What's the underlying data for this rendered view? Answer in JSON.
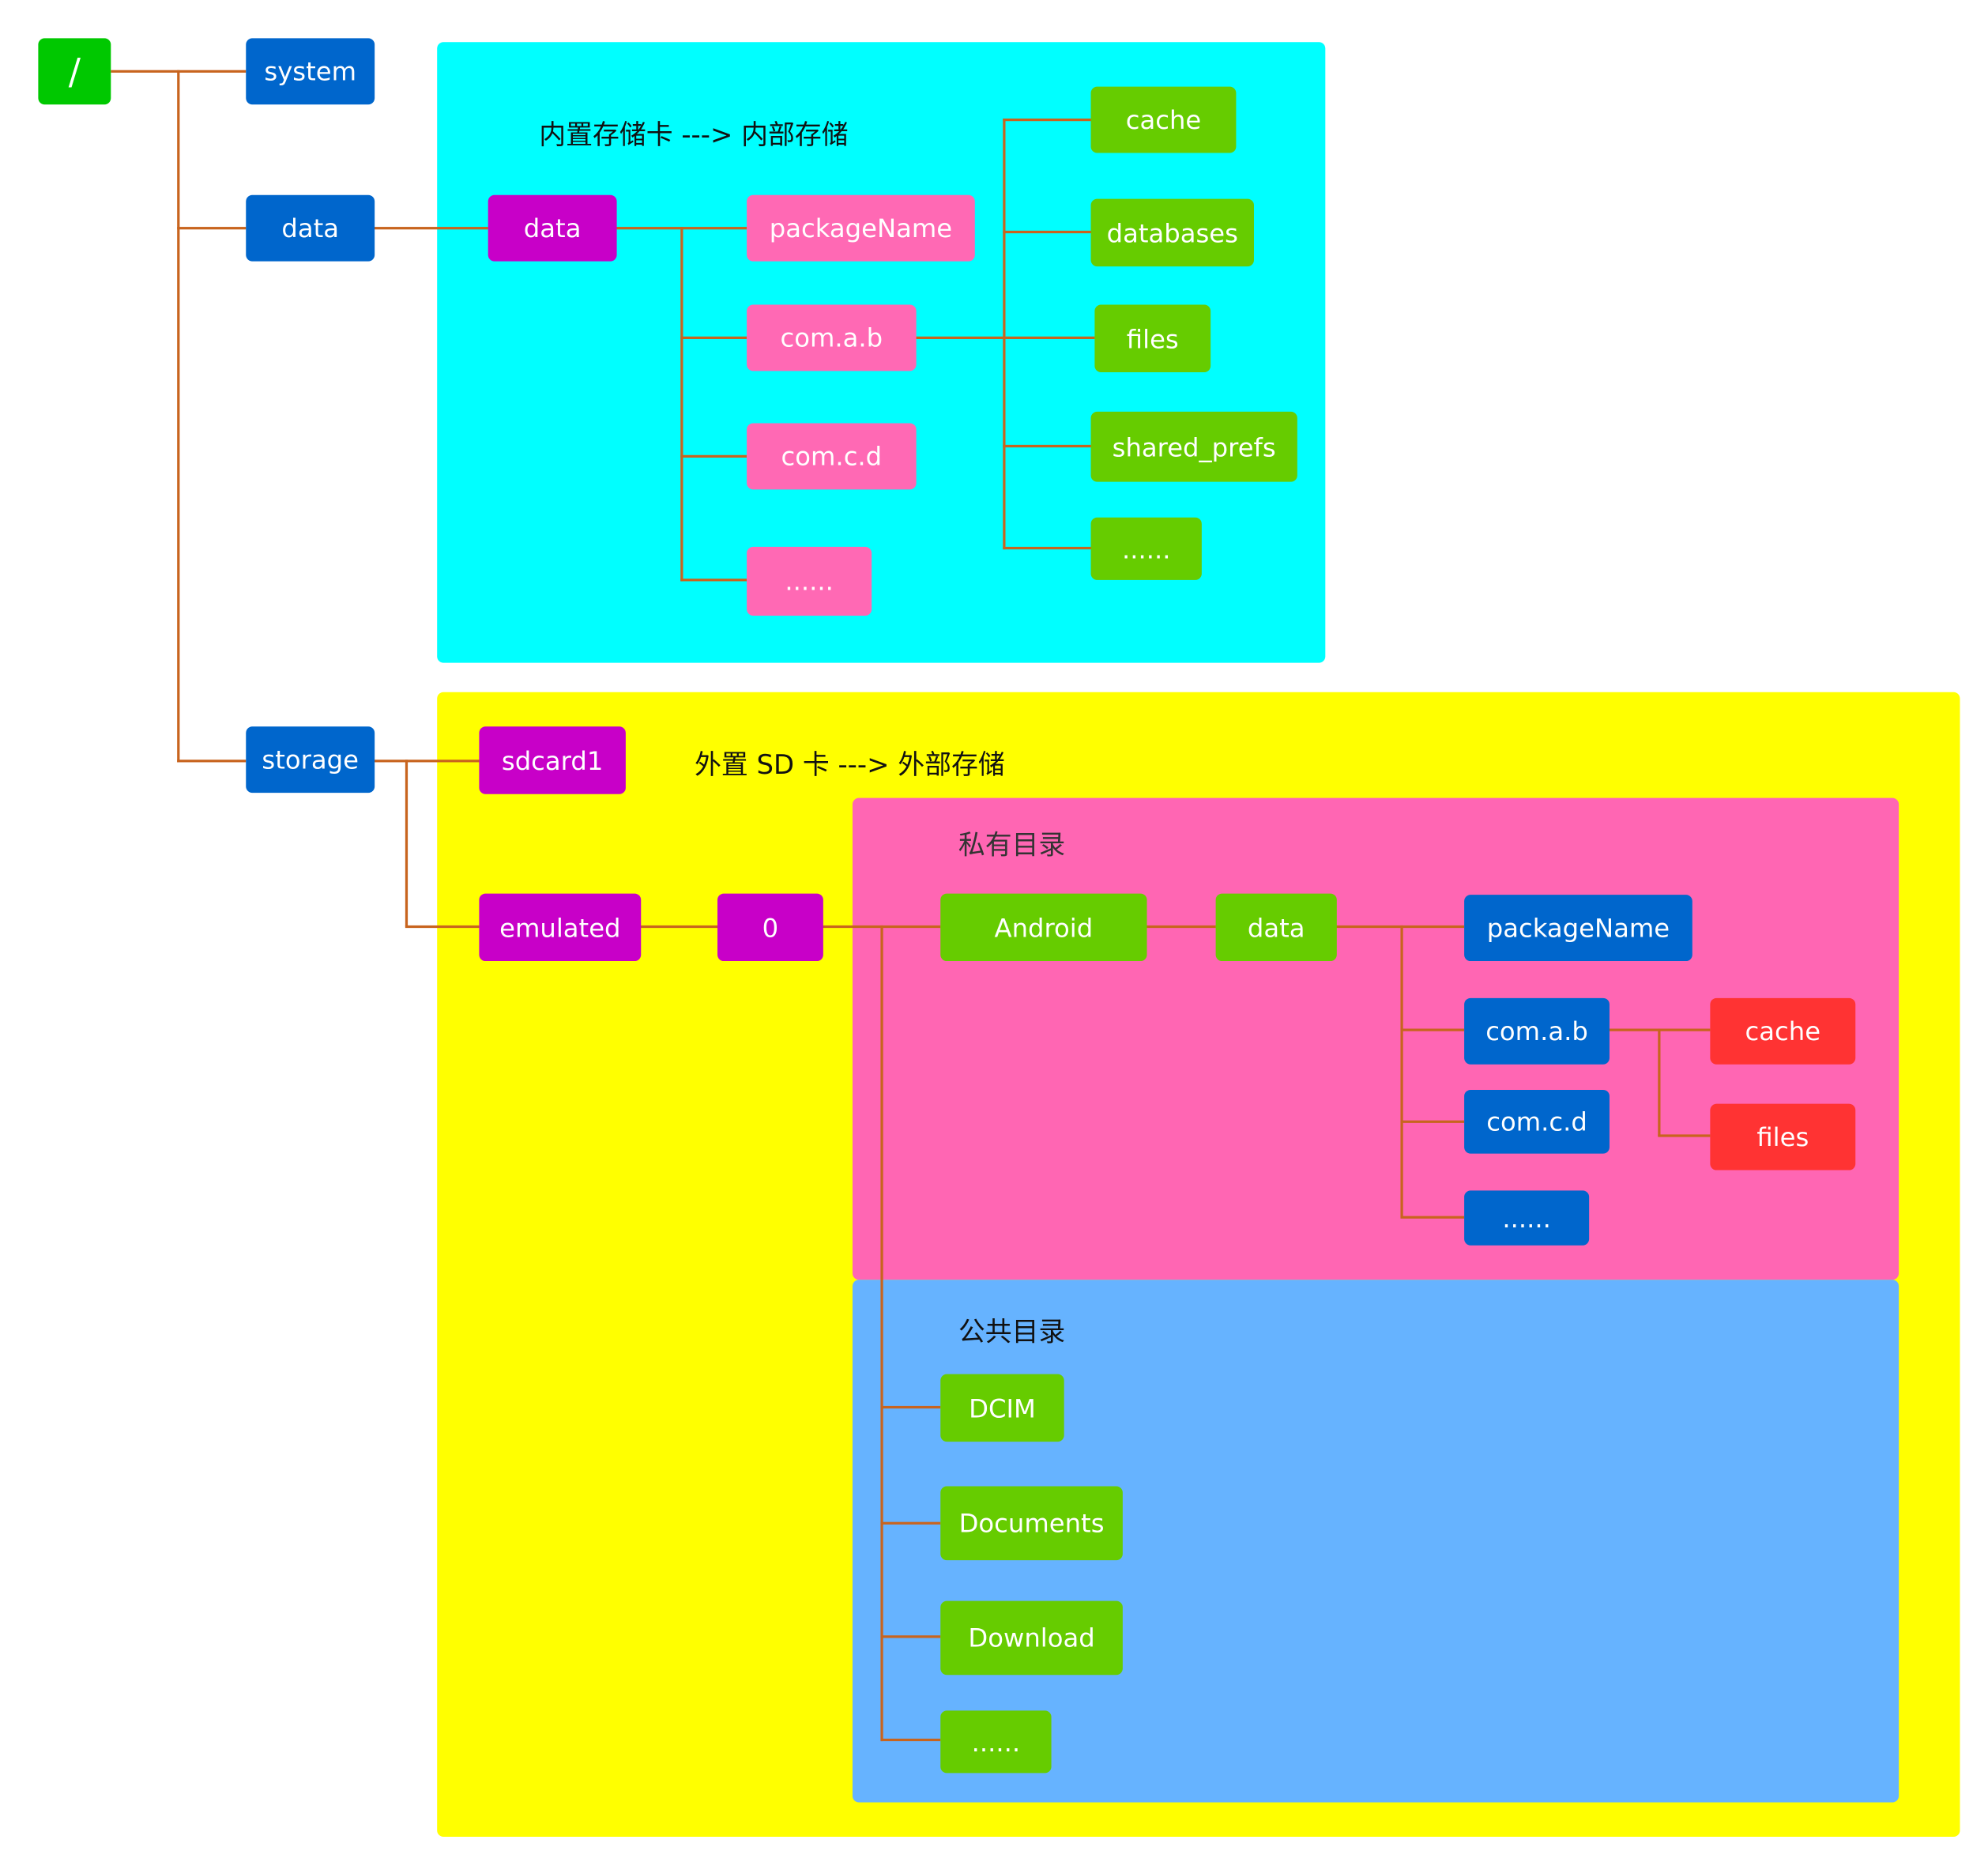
{
  "colors": {
    "root": "#00c800",
    "level1": "#0066cc",
    "magenta": "#c800c8",
    "pink": "#ff69b4",
    "green": "#66cc00",
    "blue": "#0066cc",
    "red": "#ff3333",
    "internal_region": "#00ffff",
    "external_region": "#ffff00",
    "private_region": "#ff66b3",
    "public_region": "#66b3ff",
    "connector": "#c8641e"
  },
  "root": {
    "label": "/"
  },
  "level1": {
    "system": "system",
    "data": "data",
    "storage": "storage"
  },
  "internal": {
    "title": "内置存储卡 ---> 内部存储",
    "data": "data",
    "packages": [
      "packageName",
      "com.a.b",
      "com.c.d",
      "......"
    ],
    "app_dirs": [
      "cache",
      "databases",
      "files",
      "shared_prefs",
      "......"
    ]
  },
  "external": {
    "title": "外置 SD 卡 ---> 外部存储",
    "sdcard1": "sdcard1",
    "emulated": "emulated",
    "zero": "0",
    "private": {
      "title": "私有目录",
      "android": "Android",
      "data": "data",
      "packages": [
        "packageName",
        "com.a.b",
        "com.c.d",
        "......"
      ],
      "app_dirs": [
        "cache",
        "files"
      ]
    },
    "public": {
      "title": "公共目录",
      "dirs": [
        "DCIM",
        "Documents",
        "Download",
        "......"
      ]
    }
  }
}
